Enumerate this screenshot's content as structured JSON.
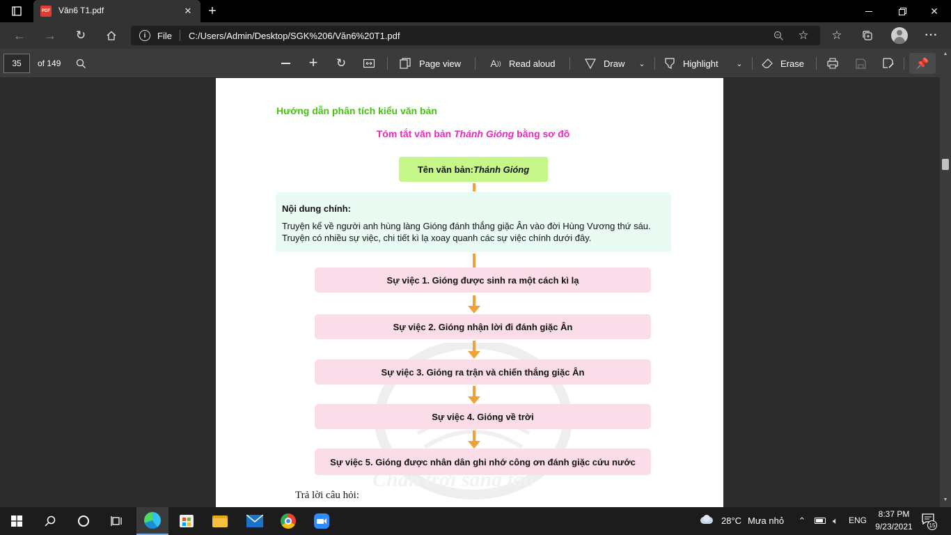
{
  "browser": {
    "tab_title": "Văn6 T1.pdf",
    "pdf_badge": "PDF",
    "file_label": "File",
    "url": "C:/Users/Admin/Desktop/SGK%206/Văn6%20T1.pdf"
  },
  "pdf_toolbar": {
    "page_number": "35",
    "page_total": "of 149",
    "page_view_label": "Page view",
    "read_aloud_label": "Read aloud",
    "draw_label": "Draw",
    "highlight_label": "Highlight",
    "erase_label": "Erase"
  },
  "document": {
    "section_heading": "Hướng dẫn phân tích kiểu văn bản",
    "diagram_title_prefix": "Tóm tắt văn bản ",
    "diagram_title_italic": "Thánh Gióng",
    "diagram_title_suffix": " bằng sơ đồ",
    "name_box_prefix": "Tên văn bản: ",
    "name_box_italic": "Thánh Gióng",
    "content_heading": "Nội dung chính:",
    "content_line1": "Truyện kể về người anh hùng làng Gióng đánh thắng giặc Ân vào đời Hùng Vương thứ sáu.",
    "content_line2": "Truyện có nhiều sự việc, chi tiết kì lạ xoay quanh các sự việc chính dưới đây.",
    "events": [
      "Sự việc 1. Gióng được sinh ra một cách kì lạ",
      "Sự việc 2. Gióng nhận lời đi đánh giặc Ân",
      "Sự việc 3. Gióng ra trận và chiến thắng giặc Ân",
      "Sự việc 4. Gióng về trời",
      "Sự việc 5. Gióng được nhân dân ghi nhớ công ơn đánh giặc cứu nước"
    ],
    "footer_text": "Trả lời câu hỏi:",
    "watermark_text": "Chân trời sáng tạo"
  },
  "taskbar": {
    "weather_temp": "28°C",
    "weather_desc": "Mưa nhỏ",
    "language": "ENG",
    "time": "8:37 PM",
    "date": "9/23/2021",
    "notification_count": "15"
  },
  "colors": {
    "heading_green": "#44c40b",
    "title_magenta": "#e52db9",
    "name_box_green": "#c6f58a",
    "content_bg": "#e9fbf2",
    "event_pink": "#fbdce9",
    "connector_orange": "#f0a13a"
  },
  "icons": [
    "tab-actions-icon",
    "pdf-icon",
    "close-icon",
    "new-tab-icon",
    "minimize-icon",
    "restore-icon",
    "window-close-icon",
    "back-icon",
    "forward-icon",
    "refresh-icon",
    "home-icon",
    "info-icon",
    "zoom-icon",
    "add-favorite-icon",
    "favorites-icon",
    "collections-icon",
    "profile-icon",
    "more-icon",
    "search-icon",
    "zoom-out-icon",
    "zoom-in-icon",
    "rotate-icon",
    "fit-icon",
    "page-view-icon",
    "read-aloud-icon",
    "draw-icon",
    "chevron-down-icon",
    "highlight-icon",
    "erase-icon",
    "print-icon",
    "save-icon",
    "save-as-icon",
    "pin-icon",
    "windows-icon",
    "taskbar-search-icon",
    "cortana-icon",
    "task-view-icon",
    "edge-icon",
    "store-icon",
    "explorer-icon",
    "mail-icon",
    "chrome-icon",
    "zoom-app-icon",
    "weather-icon",
    "chevron-up-icon",
    "battery-icon",
    "volume-icon",
    "notification-icon"
  ]
}
